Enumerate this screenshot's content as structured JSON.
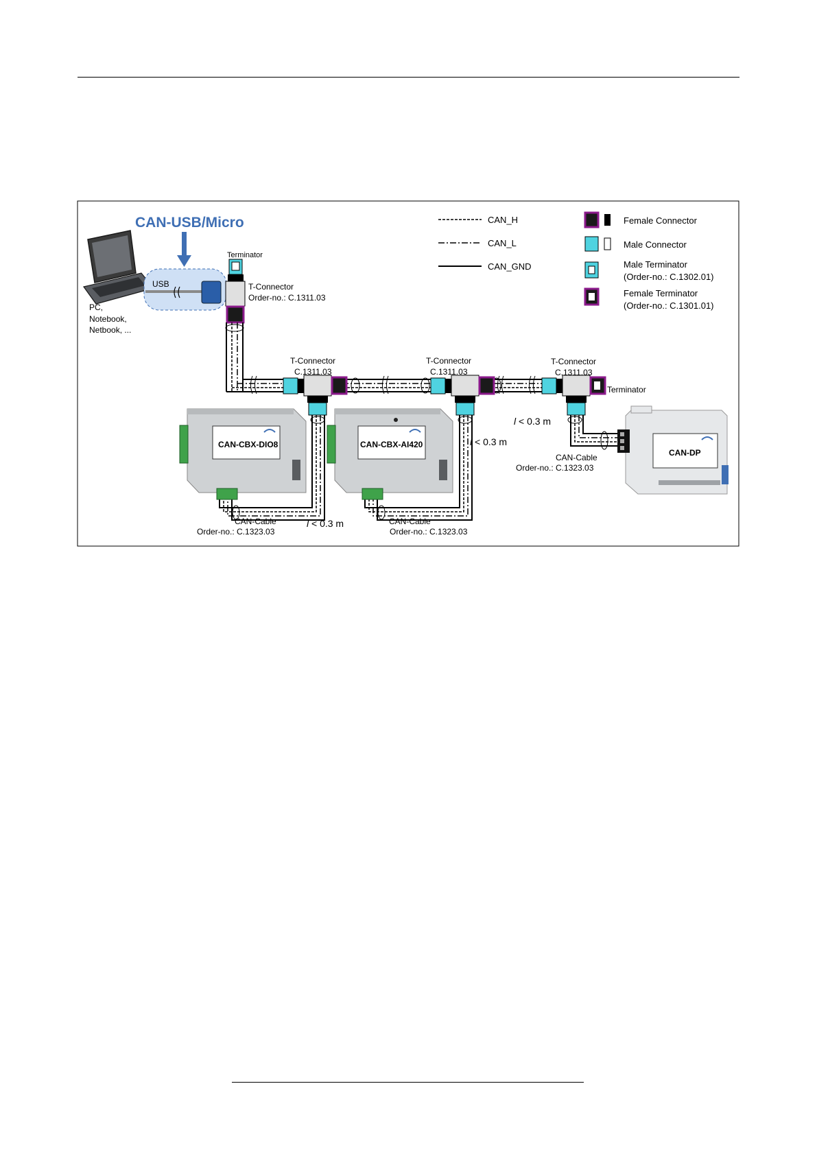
{
  "title": "CAN-USB/Micro",
  "host": {
    "usb_label": "USB",
    "host_lines": [
      "PC,",
      "Notebook,",
      "Netbook, ..."
    ]
  },
  "top_tconn": {
    "terminator": "Terminator",
    "name": "T-Connector",
    "order": "Order-no.: C.1311.03"
  },
  "legend": {
    "lines": [
      "CAN_H",
      "CAN_L",
      "CAN_GND"
    ],
    "female_connector": "Female Connector",
    "male_connector": "Male Connector",
    "male_terminator": [
      "Male Terminator",
      "(Order-no.: C.1302.01)"
    ],
    "female_terminator": [
      "Female Terminator",
      "(Order-no.: C.1301.01)"
    ]
  },
  "tconnectors": [
    {
      "name": "T-Connector",
      "order": "C.1311.03"
    },
    {
      "name": "T-Connector",
      "order": "C.1311.03"
    },
    {
      "name": "T-Connector",
      "order": "C.1311.03"
    }
  ],
  "end_terminator": "Terminator",
  "devices": [
    "CAN-CBX-DIO8",
    "CAN-CBX-AI420",
    "CAN-DP"
  ],
  "cables": [
    {
      "name": "CAN-Cable",
      "order": "Order-no.: C.1323.03"
    },
    {
      "name": "CAN-Cable",
      "order": "Order-no.: C.1323.03"
    },
    {
      "name": "CAN-Cable",
      "order": "Order-no.: C.1323.03"
    }
  ],
  "length_note": {
    "symbol": "l",
    "text": " < 0.3 m"
  },
  "colors": {
    "accent_blue": "#3f6fb4",
    "male_cyan": "#4fd3e0",
    "female_magenta": "#8b1a8b",
    "usb_bubble": "#cfe0f5"
  }
}
